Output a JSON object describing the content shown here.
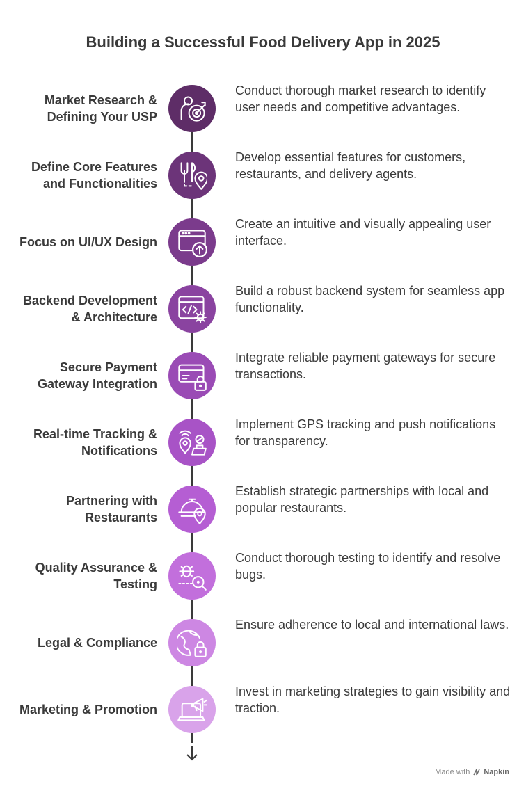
{
  "title": "Building a Successful Food Delivery App in 2025",
  "steps": [
    {
      "label": "Market Research & Defining Your USP",
      "description": "Conduct thorough market research to identify user needs and competitive advantages.",
      "color": "#5e2d67",
      "icon": "user-target-icon"
    },
    {
      "label": "Define Core Features and Functionalities",
      "description": "Develop essential features for customers, restaurants, and delivery agents.",
      "color": "#6c3479",
      "icon": "fork-location-icon"
    },
    {
      "label": "Focus on UI/UX Design",
      "description": "Create an intuitive and visually appealing user interface.",
      "color": "#7b3b8c",
      "icon": "window-upload-icon"
    },
    {
      "label": "Backend Development & Architecture",
      "description": "Build a robust backend system for seamless app functionality.",
      "color": "#8a43a0",
      "icon": "code-gear-icon"
    },
    {
      "label": "Secure Payment Gateway Integration",
      "description": "Integrate reliable payment gateways for secure transactions.",
      "color": "#9a4bb5",
      "icon": "card-lock-icon"
    },
    {
      "label": "Real-time Tracking & Notifications",
      "description": "Implement GPS tracking and push notifications for transparency.",
      "color": "#a853c6",
      "icon": "tracking-icon"
    },
    {
      "label": "Partnering with Restaurants",
      "description": "Establish strategic partnerships with local and popular restaurants.",
      "color": "#b55ed3",
      "icon": "cloche-location-icon"
    },
    {
      "label": "Quality Assurance & Testing",
      "description": "Conduct thorough testing to identify and resolve bugs.",
      "color": "#c26fdc",
      "icon": "bug-search-icon"
    },
    {
      "label": "Legal & Compliance",
      "description": "Ensure adherence to local and international laws.",
      "color": "#cd87e3",
      "icon": "globe-lock-icon"
    },
    {
      "label": "Marketing & Promotion",
      "description": "Invest in marketing strategies to gain visibility and traction.",
      "color": "#d9a3ea",
      "icon": "laptop-megaphone-icon"
    }
  ],
  "footer": {
    "made_with": "Made with",
    "brand": "Napkin"
  }
}
